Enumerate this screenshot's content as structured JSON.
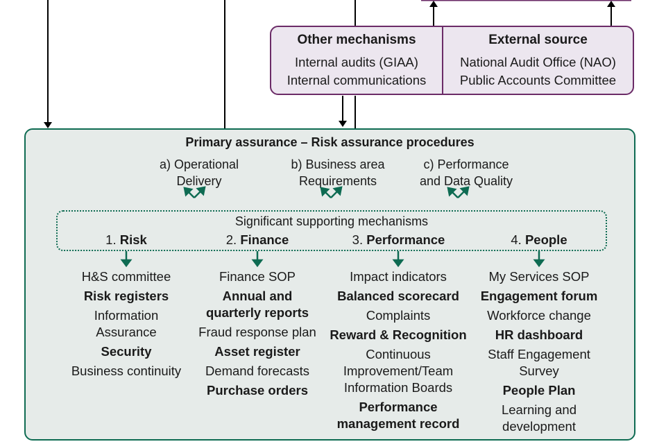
{
  "other_mechanisms": {
    "heading": "Other mechanisms",
    "items": [
      "Internal audits (GIAA)",
      "Internal communications"
    ]
  },
  "external_source": {
    "heading": "External source",
    "items": [
      "National Audit Office (NAO)",
      "Public Accounts Committee"
    ]
  },
  "primary": {
    "title": "Primary assurance – Risk assurance procedures",
    "procedures": [
      {
        "line1": "a) Operational",
        "line2": "Delivery"
      },
      {
        "line1": "b) Business area",
        "line2": "Requirements"
      },
      {
        "line1": "c) Performance",
        "line2": "and Data Quality"
      }
    ],
    "supporting_label": "Significant supporting mechanisms",
    "categories": [
      {
        "num": "1.",
        "name": "Risk"
      },
      {
        "num": "2.",
        "name": "Finance"
      },
      {
        "num": "3.",
        "name": "Performance"
      },
      {
        "num": "4.",
        "name": "People"
      }
    ],
    "columns": [
      [
        {
          "text": "H&S committee",
          "bold": false
        },
        {
          "text": "Risk registers",
          "bold": true
        },
        {
          "text": "Information Assurance",
          "bold": false
        },
        {
          "text": "Security",
          "bold": true
        },
        {
          "text": "Business continuity",
          "bold": false
        }
      ],
      [
        {
          "text": "Finance SOP",
          "bold": false
        },
        {
          "text": "Annual and quarterly reports",
          "bold": true
        },
        {
          "text": "Fraud response plan",
          "bold": false
        },
        {
          "text": "Asset register",
          "bold": true
        },
        {
          "text": "Demand forecasts",
          "bold": false
        },
        {
          "text": "Purchase orders",
          "bold": true
        }
      ],
      [
        {
          "text": "Impact indicators",
          "bold": false
        },
        {
          "text": "Balanced scorecard",
          "bold": true
        },
        {
          "text": "Complaints",
          "bold": false
        },
        {
          "text": "Reward & Recognition",
          "bold": true
        },
        {
          "text": "Continuous Improvement/Team Information Boards",
          "bold": false
        },
        {
          "text": "Performance management record",
          "bold": true
        }
      ],
      [
        {
          "text": "My Services SOP",
          "bold": false
        },
        {
          "text": "Engagement forum",
          "bold": true
        },
        {
          "text": "Workforce change",
          "bold": false
        },
        {
          "text": "HR dashboard",
          "bold": true
        },
        {
          "text": "Staff Engagement Survey",
          "bold": false
        },
        {
          "text": "People Plan",
          "bold": true
        },
        {
          "text": "Learning and development",
          "bold": false
        }
      ]
    ]
  },
  "colors": {
    "purple_border": "#6b2b67",
    "purple_fill": "#ece6ef",
    "green_border": "#0e6b52",
    "green_fill": "#e6ebe9",
    "connector": "#000000"
  }
}
